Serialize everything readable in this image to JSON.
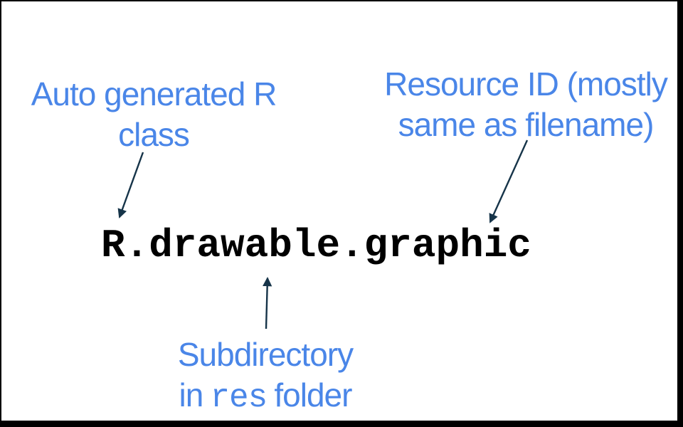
{
  "code": {
    "text": "R.drawable.graphic"
  },
  "labels": {
    "auto_generated": {
      "line1": "Auto generated R",
      "line2": "class"
    },
    "resource_id": {
      "line1": "Resource ID (mostly",
      "line2": "same as filename)"
    },
    "subdirectory": {
      "line1": "Subdirectory",
      "line2_before": "in",
      "line2_code": "res",
      "line2_after": "folder"
    }
  },
  "icons": {
    "arrow_to_r_class": "diagonal-arrow-down-left",
    "arrow_to_resource_id": "diagonal-arrow-down-left",
    "arrow_to_subdirectory": "arrow-up"
  },
  "colors": {
    "label_blue": "#4A86E8",
    "arrow_dark": "#163449",
    "code_black": "#000000",
    "frame_black": "#000000",
    "slide_white": "#FFFFFF"
  }
}
